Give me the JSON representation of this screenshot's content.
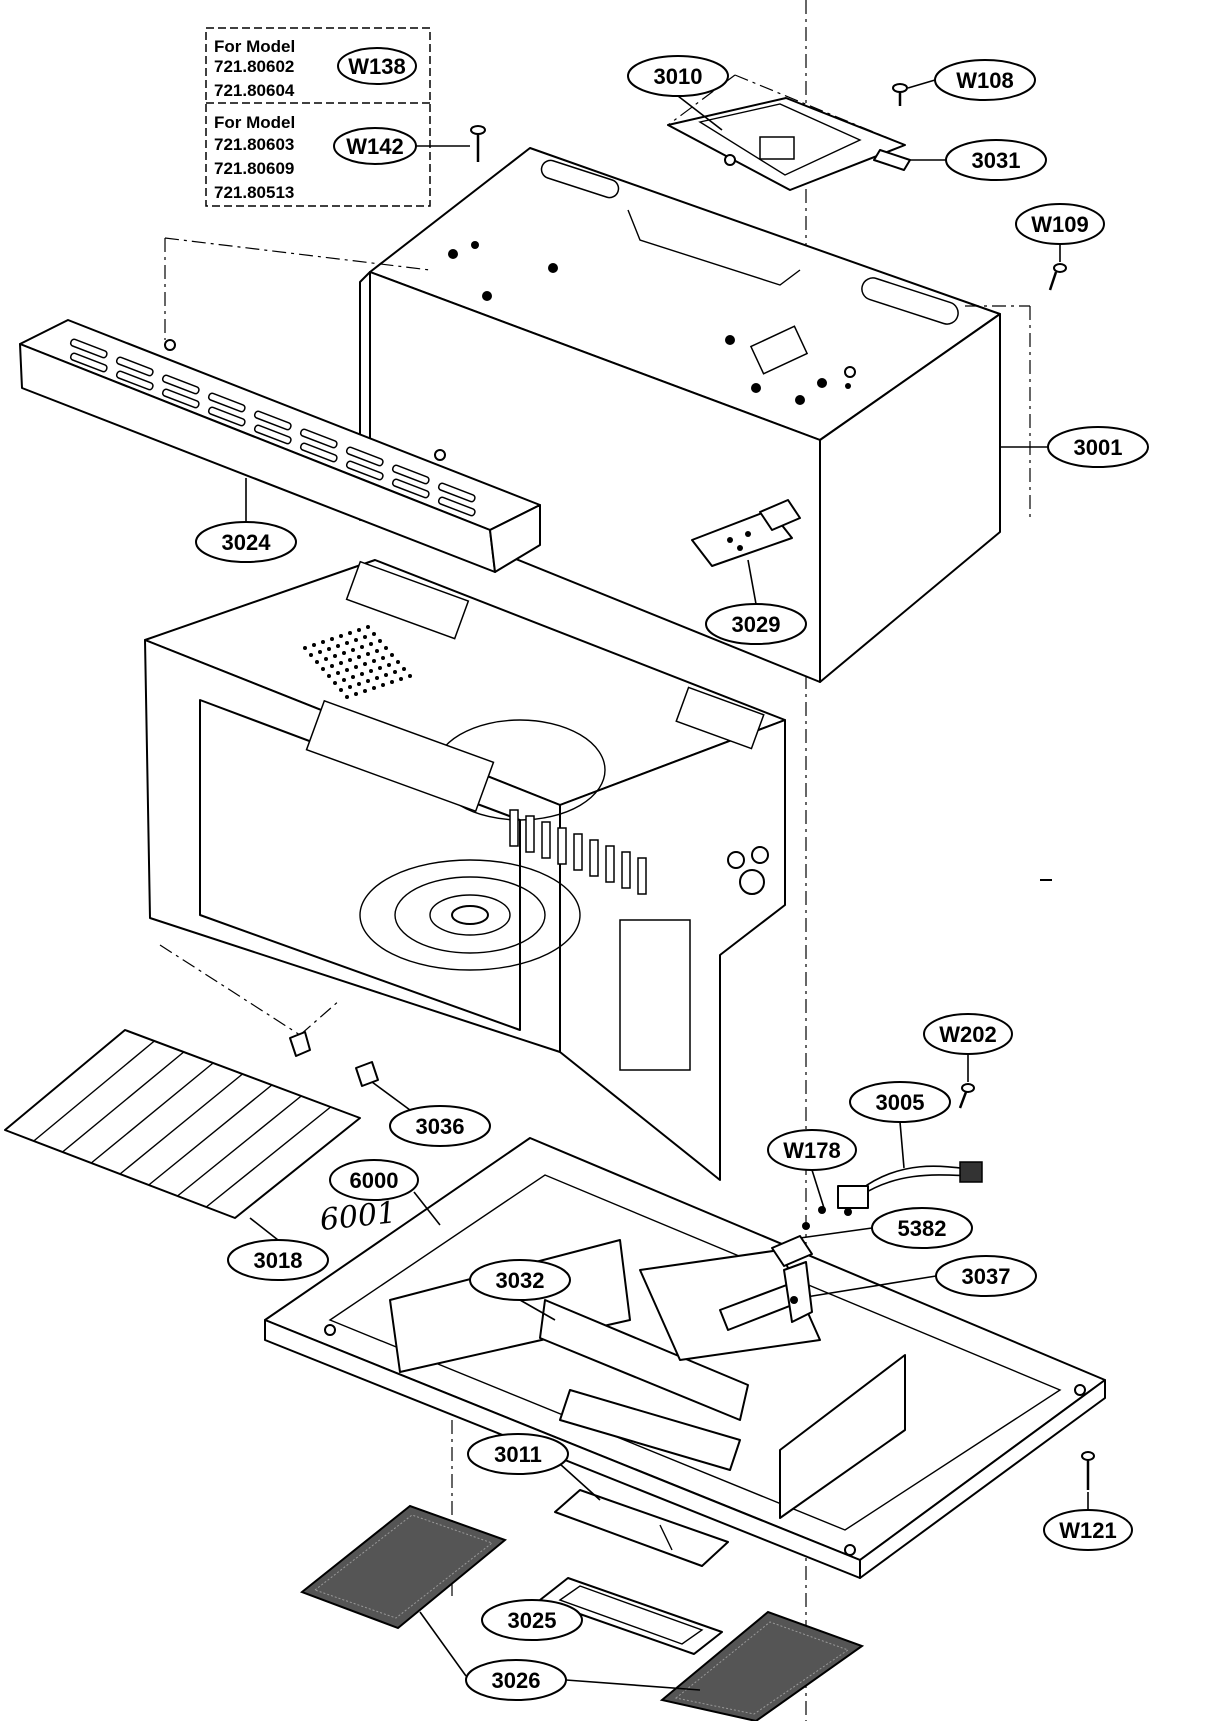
{
  "model_box": {
    "group1": {
      "heading": "For Model",
      "models": [
        "721.80602",
        "721.80604"
      ],
      "part": "W138"
    },
    "group2": {
      "heading": "For Model",
      "models": [
        "721.80603",
        "721.80609",
        "721.80513"
      ],
      "part": "W142"
    }
  },
  "callouts": {
    "c3010": "3010",
    "cW108": "W108",
    "c3031": "3031",
    "cW109": "W109",
    "c3001": "3001",
    "c3024": "3024",
    "c3029": "3029",
    "cW202": "W202",
    "c3005": "3005",
    "cW178": "W178",
    "c3036": "3036",
    "c6000": "6000",
    "c5382": "5382",
    "c3037": "3037",
    "c3018": "3018",
    "c3032": "3032",
    "c3011": "3011",
    "cW121": "W121",
    "c3025": "3025",
    "c3026": "3026"
  },
  "handwritten": "6001"
}
